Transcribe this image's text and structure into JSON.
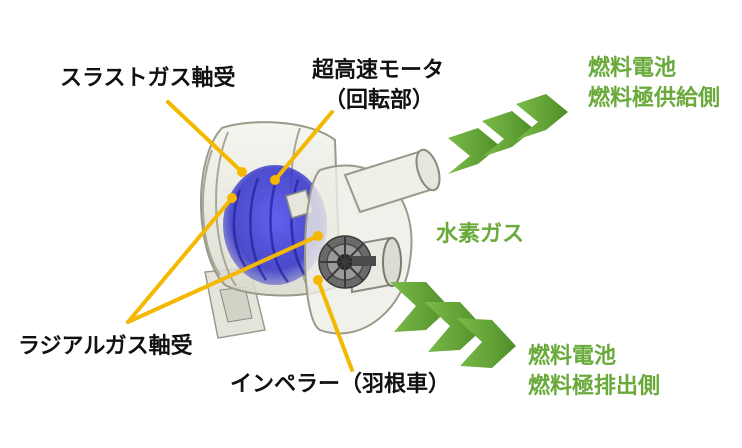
{
  "labels": {
    "thrust_bearing": "スラストガス軸受",
    "motor_line1": "超高速モータ",
    "motor_line2": "（回転部）",
    "radial_bearing": "ラジアルガス軸受",
    "impeller": "インペラー（羽根車）",
    "supply_line1": "燃料電池",
    "supply_line2": "燃料極供給側",
    "hydrogen": "水素ガス",
    "exhaust_line1": "燃料電池",
    "exhaust_line2": "燃料極排出側"
  },
  "colors": {
    "leader": "#f5b800",
    "arrow_green": "#5e9e32",
    "motor_blue": "#3c3cd8",
    "label_green": "#6aaa3a"
  }
}
